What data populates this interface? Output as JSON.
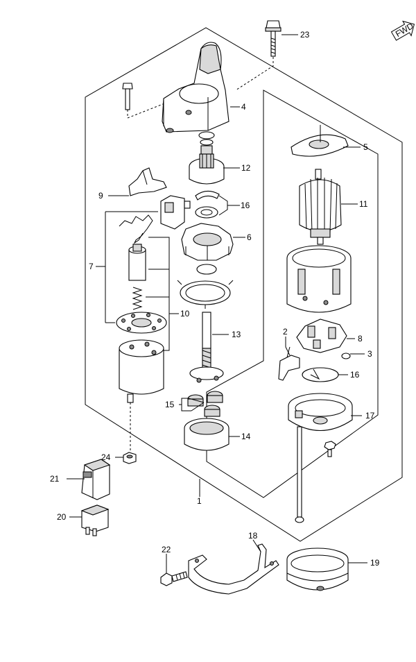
{
  "fwd_badge": "FWD",
  "callouts": [
    "1",
    "2",
    "3",
    "4",
    "5",
    "6",
    "7",
    "8",
    "9",
    "10",
    "11",
    "12",
    "13",
    "14",
    "15",
    "16",
    "16",
    "17",
    "18",
    "19",
    "20",
    "21",
    "22",
    "23",
    "24"
  ],
  "colors": {
    "line": "#000000",
    "fill": "#ffffff",
    "shade": "#d9d9d9"
  }
}
